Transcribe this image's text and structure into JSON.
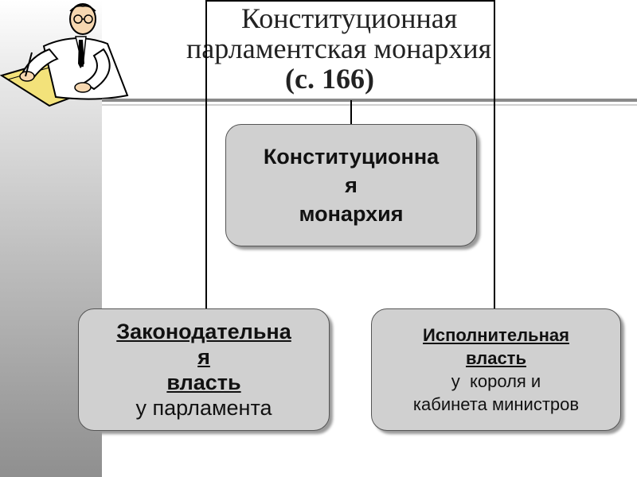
{
  "title": {
    "line1": "Конституционная",
    "line2": "парламентская монархия",
    "line3": "(с. 166)"
  },
  "center_box": {
    "line1": "Конституционна",
    "line2": "я",
    "line3": "монархия"
  },
  "left_box": {
    "line1": "Законодательна",
    "line2": "я",
    "line3": "власть",
    "line4": "у парламента"
  },
  "right_box": {
    "line1": "Исполнительная",
    "line2": "власть",
    "line3": "у  короля и",
    "line4": "кабинета министров"
  },
  "colors": {
    "box_fill": "#d0d0d0",
    "line": "#000000"
  }
}
